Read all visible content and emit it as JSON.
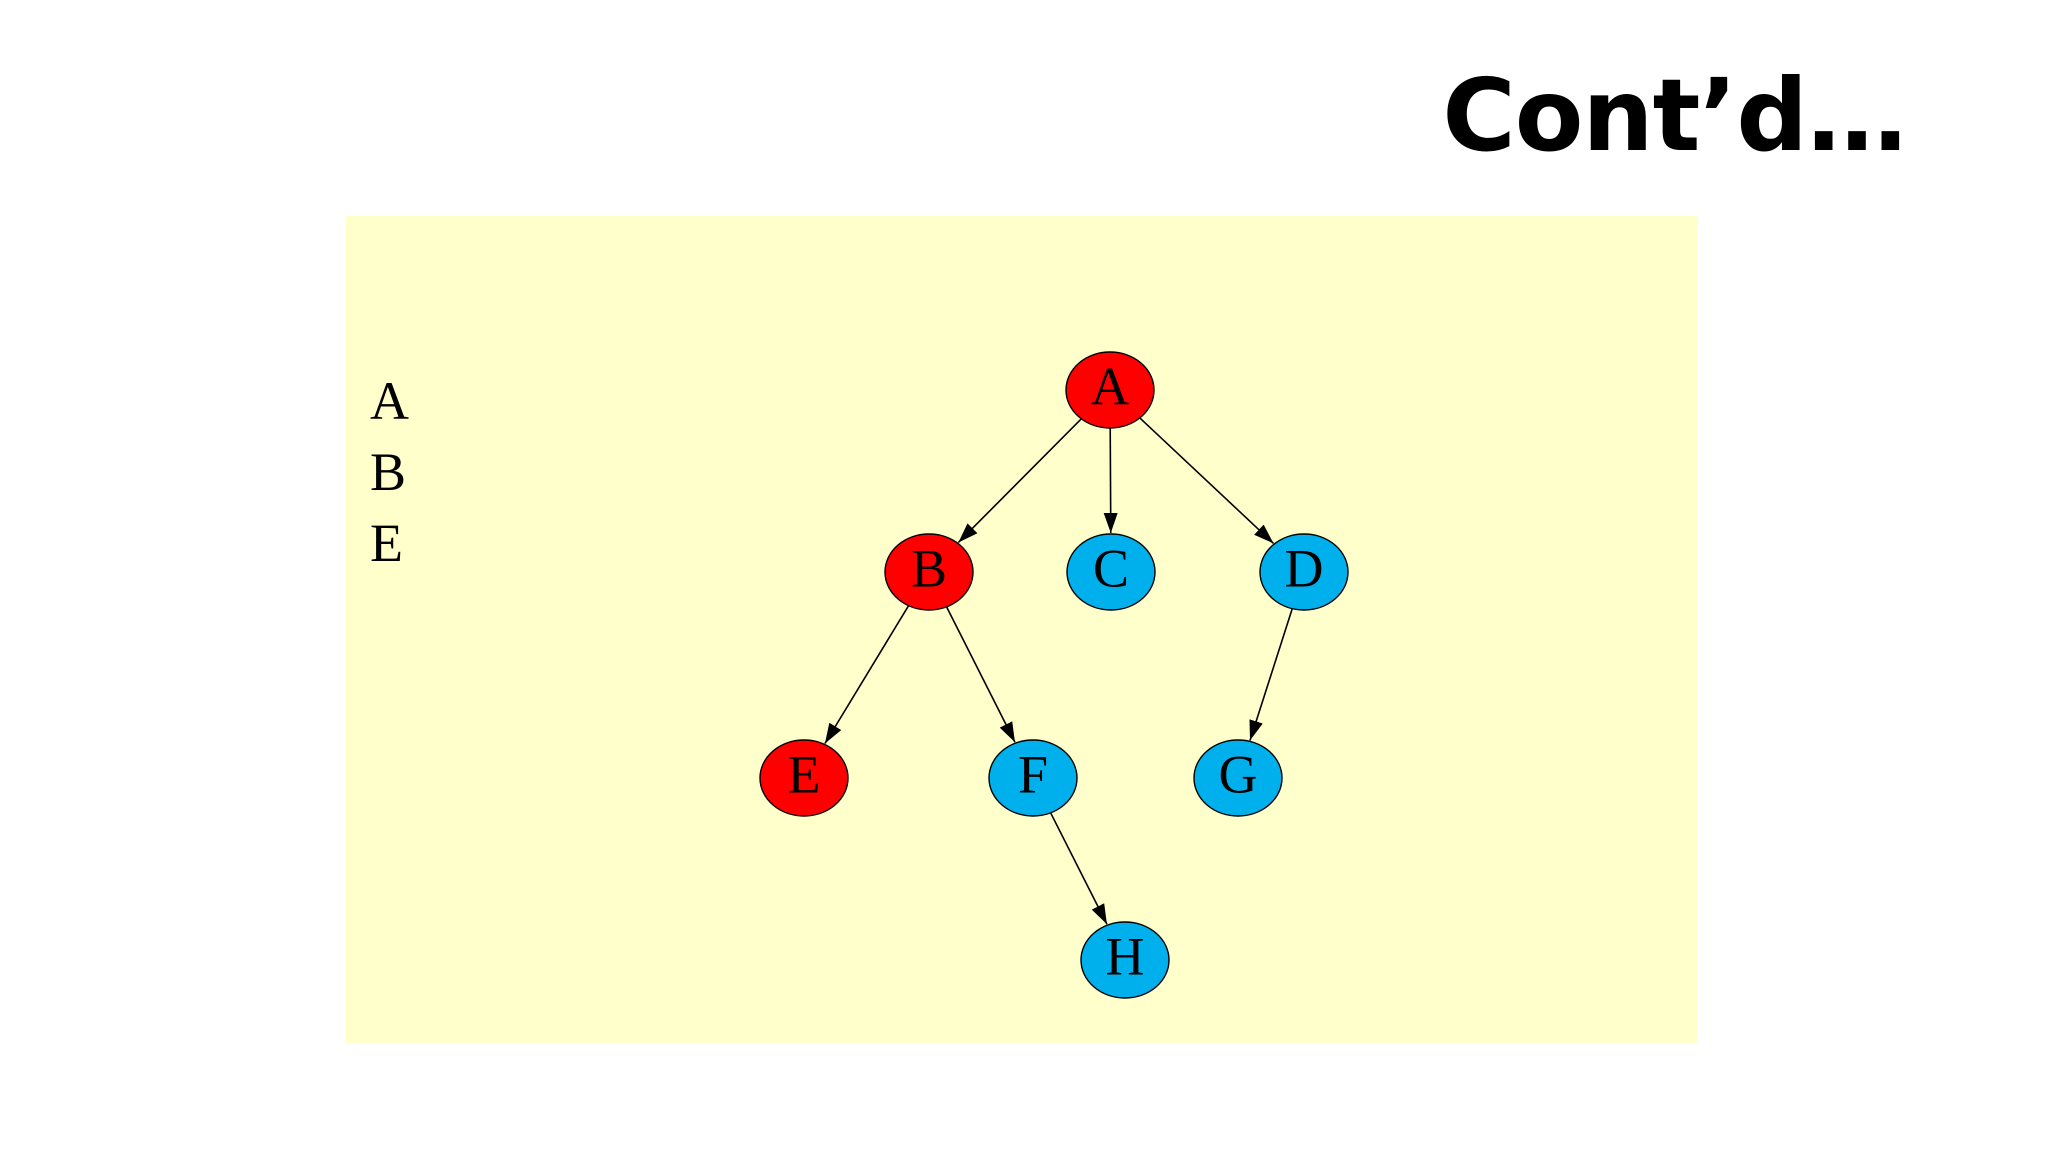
{
  "title": "Cont’d…",
  "visited_order": [
    "A",
    "B",
    "E"
  ],
  "colors": {
    "background": "#ffffcc",
    "visited": "#ff0000",
    "unvisited": "#00b0ec",
    "edge": "#000000"
  },
  "nodes": [
    {
      "id": "A",
      "label": "A",
      "status": "visited"
    },
    {
      "id": "B",
      "label": "B",
      "status": "visited"
    },
    {
      "id": "C",
      "label": "C",
      "status": "unvisited"
    },
    {
      "id": "D",
      "label": "D",
      "status": "unvisited"
    },
    {
      "id": "E",
      "label": "E",
      "status": "visited"
    },
    {
      "id": "F",
      "label": "F",
      "status": "unvisited"
    },
    {
      "id": "G",
      "label": "G",
      "status": "unvisited"
    },
    {
      "id": "H",
      "label": "H",
      "status": "unvisited"
    }
  ],
  "edges": [
    {
      "from": "A",
      "to": "B"
    },
    {
      "from": "A",
      "to": "C"
    },
    {
      "from": "A",
      "to": "D"
    },
    {
      "from": "B",
      "to": "E"
    },
    {
      "from": "B",
      "to": "F"
    },
    {
      "from": "D",
      "to": "G"
    },
    {
      "from": "F",
      "to": "H"
    }
  ]
}
